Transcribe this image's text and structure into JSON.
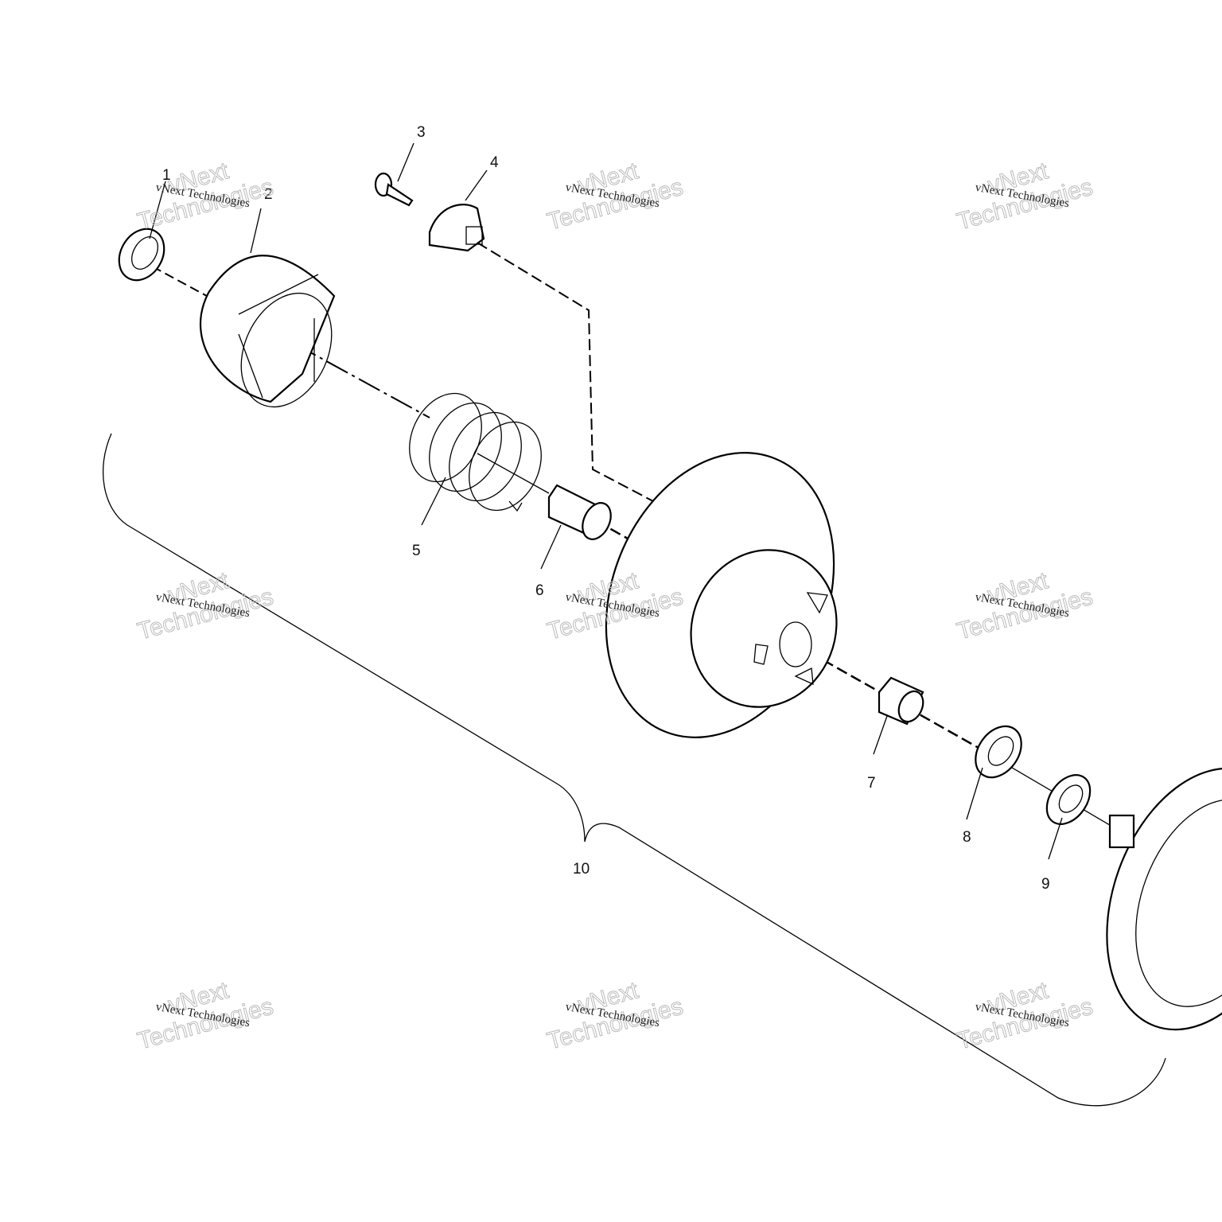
{
  "diagram": {
    "callouts": [
      "1",
      "2",
      "3",
      "4",
      "5",
      "6",
      "7",
      "8",
      "9",
      "10"
    ],
    "watermark": {
      "line1": "vNext Technologies",
      "line2a": "vNext",
      "line2b": "Technologies"
    }
  }
}
